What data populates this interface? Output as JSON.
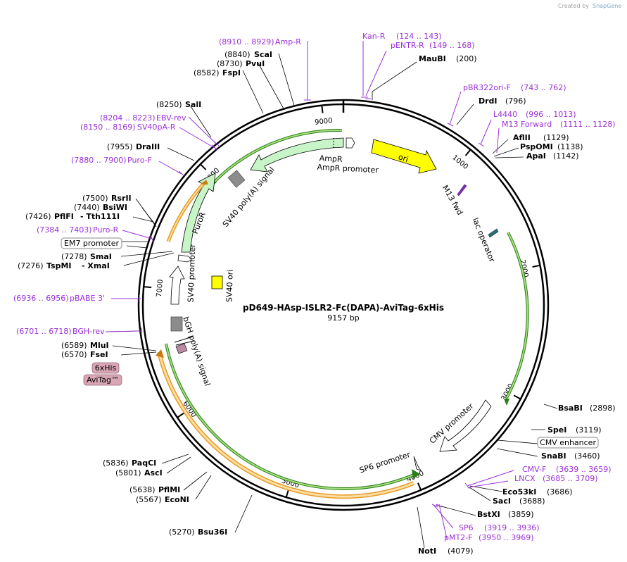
{
  "credit": {
    "created_by": "Created by",
    "brand": "SnapGene"
  },
  "plasmid": {
    "name": "pD649-HAsp-ISLR2-Fc(DAPA)-AviTag-6xHis",
    "size": "9157 bp"
  },
  "colors": {
    "primer": "#9b30d9",
    "ori": "#ffff00",
    "cds": "#c8f5c8",
    "orange": "#f3b24c",
    "green": "#5cc82e",
    "grey": "#8c8c8c",
    "tag": "#d9a6b6"
  },
  "ticks": [
    "1000",
    "2000",
    "3000",
    "4000",
    "5000",
    "6000",
    "7000",
    "8000",
    "9000"
  ],
  "sites": [
    {
      "pos": "(200)",
      "name": "MauBI"
    },
    {
      "pos": "(796)",
      "name": "DrdI"
    },
    {
      "pos": "(1129)",
      "name": "AflII"
    },
    {
      "pos": "(1138)",
      "name": "PspOMI"
    },
    {
      "pos": "(1142)",
      "name": "ApaI"
    },
    {
      "pos": "(2898)",
      "name": "BsaBI"
    },
    {
      "pos": "(3119)",
      "name": "SpeI"
    },
    {
      "pos": "(3460)",
      "name": "SnaBI"
    },
    {
      "pos": "(3686)",
      "name": "Eco53kI"
    },
    {
      "pos": "(3688)",
      "name": "SacI"
    },
    {
      "pos": "(3859)",
      "name": "BstXI"
    },
    {
      "pos": "(4079)",
      "name": "NotI"
    },
    {
      "pos": "(5270)",
      "name": "Bsu36I"
    },
    {
      "pos": "(5567)",
      "name": "EcoNI"
    },
    {
      "pos": "(5638)",
      "name": "PflMI"
    },
    {
      "pos": "(5801)",
      "name": "AscI"
    },
    {
      "pos": "(5836)",
      "name": "PaqCI"
    },
    {
      "pos": "(6570)",
      "name": "FseI"
    },
    {
      "pos": "(6589)",
      "name": "MluI"
    },
    {
      "pos": "(7276)",
      "name": "TspMI"
    },
    {
      "pos": "(7278)",
      "name": "SmaI"
    },
    {
      "pos": "(7426)",
      "name": "PflFI"
    },
    {
      "pos": "(7440)",
      "name": "BsiWI"
    },
    {
      "pos": "(7500)",
      "name": "RsrII"
    },
    {
      "pos": "(7955)",
      "name": "DraIII"
    },
    {
      "pos": "(8250)",
      "name": "SalI"
    },
    {
      "pos": "(8582)",
      "name": "FspI"
    },
    {
      "pos": "(8730)",
      "name": "PvuI"
    },
    {
      "pos": "(8840)",
      "name": "ScaI"
    }
  ],
  "site_extras": {
    "xmai": "- XmaI",
    "tth": "- Tth111I"
  },
  "primers": [
    {
      "range": "(8910 .. 8929)",
      "name": "Amp-R"
    },
    {
      "range": "(124 .. 143)",
      "name": "Kan-R"
    },
    {
      "range": "(149 .. 168)",
      "name": "pENTR-R"
    },
    {
      "range": "(743 .. 762)",
      "name": "pBR322ori-F"
    },
    {
      "range": "(996 .. 1013)",
      "name": "L4440"
    },
    {
      "range": "(1111 .. 1128)",
      "name": "M13 Forward"
    },
    {
      "range": "(3639 .. 3659)",
      "name": "CMV-F"
    },
    {
      "range": "(3685 .. 3709)",
      "name": "LNCX"
    },
    {
      "range": "(3919 .. 3936)",
      "name": "SP6"
    },
    {
      "range": "(3950 .. 3969)",
      "name": "pMT2-F"
    },
    {
      "range": "(6701 .. 6718)",
      "name": "BGH-rev"
    },
    {
      "range": "(6936 .. 6956)",
      "name": "pBABE 3'"
    },
    {
      "range": "(7384 .. 7403)",
      "name": "Puro-R"
    },
    {
      "range": "(7880 .. 7900)",
      "name": "Puro-F"
    },
    {
      "range": "(8150 .. 8169)",
      "name": "SV40pA-R"
    },
    {
      "range": "(8204 .. 8223)",
      "name": "EBV-rev"
    }
  ],
  "features": {
    "ori": "ori",
    "ampr": "AmpR",
    "ampr_promoter": "AmpR promoter",
    "m13_fwd": "M13 fwd",
    "lac_operator": "lac operator",
    "cmv_promoter": "CMV promoter",
    "cmv_enhancer": "CMV enhancer",
    "sp6_promoter": "SP6 promoter",
    "bgh": "bGH poly(A) signal",
    "sv40_ori": "SV40 ori",
    "sv40_promoter": "SV40 promoter",
    "puror": "PuroR",
    "sv40_polya": "SV40 poly(A) signal",
    "em7": "EM7 promoter",
    "his": "6xHis",
    "avi": "AviTag™"
  }
}
